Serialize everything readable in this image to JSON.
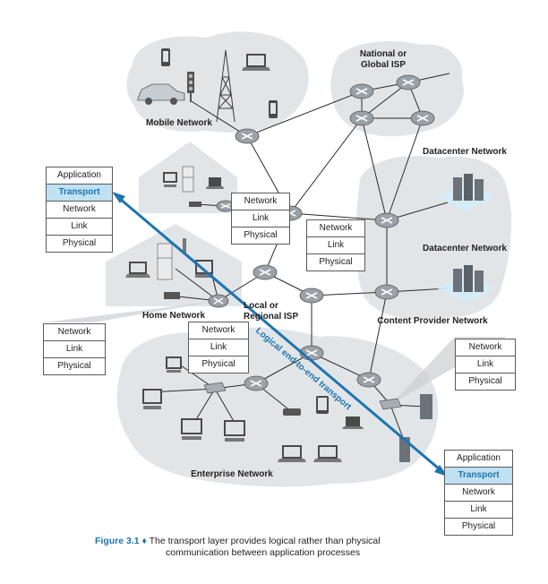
{
  "labels": {
    "mobile": "Mobile Network",
    "national_isp_1": "National or",
    "national_isp_2": "Global ISP",
    "datacenter_1": "Datacenter Network",
    "datacenter_2": "Datacenter Network",
    "home": "Home Network",
    "regional_1": "Local or",
    "regional_2": "Regional ISP",
    "content": "Content Provider Network",
    "enterprise": "Enterprise Network",
    "logical": "Logical end-to-end transport"
  },
  "stacks": {
    "host_left": [
      "Application",
      "Transport",
      "Network",
      "Link",
      "Physical"
    ],
    "router_a": [
      "Network",
      "Link",
      "Physical"
    ],
    "router_b": [
      "Network",
      "Link",
      "Physical"
    ],
    "router_c": [
      "Network",
      "Link",
      "Physical"
    ],
    "router_d": [
      "Network",
      "Link",
      "Physical"
    ],
    "router_e": [
      "Network",
      "Link",
      "Physical"
    ],
    "host_right": [
      "Application",
      "Transport",
      "Network",
      "Link",
      "Physical"
    ]
  },
  "caption": {
    "figure": "Figure 3.1",
    "bullet": "♦",
    "line1": "The transport layer provides logical rather than physical",
    "line2": "communication between application processes"
  },
  "colors": {
    "accent": "#1d74b0",
    "highlight": "#bfe1f2",
    "cloud": "#e2e5e8",
    "router": "#9aa1a7"
  }
}
